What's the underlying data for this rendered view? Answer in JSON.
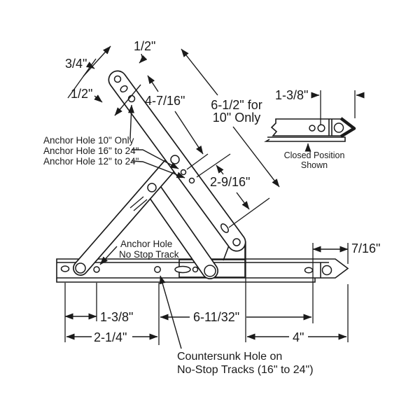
{
  "diagram": {
    "part_dimensions": {
      "hole_spacing_top": "1/2\"",
      "hole_spacing_upper": "3/4\"",
      "hole_spacing_lower": "1/2\"",
      "arm_hole_distance": "4-7/16\"",
      "arm_length_note_line1": "6-1/2\" for",
      "arm_length_note_line2": "10\" Only",
      "slot_distance": "2-9/16\"",
      "inset_tip_distance": "1-3/8\"",
      "track_tip_offset": "7/16\"",
      "track_hole_spacing": "1-3/8\"",
      "track_hole_spacing_2": "2-1/4\"",
      "track_span": "6-11/32\"",
      "track_end_span": "4\""
    },
    "callouts": {
      "anchor_hole_10": "Anchor Hole 10\" Only",
      "anchor_hole_16_24": "Anchor Hole 16\" to 24\"",
      "anchor_hole_12_24": "Anchor Hole 12\" to 24\"",
      "anchor_hole_no_stop_line1": "Anchor Hole",
      "anchor_hole_no_stop_line2": "No Stop Track",
      "closed_position_line1": "Closed Position",
      "closed_position_line2": "Shown",
      "countersunk_line1": "Countersunk Hole on",
      "countersunk_line2": "No-Stop Tracks (16\" to 24\")"
    },
    "colors": {
      "ink": "#1a1a1a",
      "background": "#ffffff"
    }
  }
}
